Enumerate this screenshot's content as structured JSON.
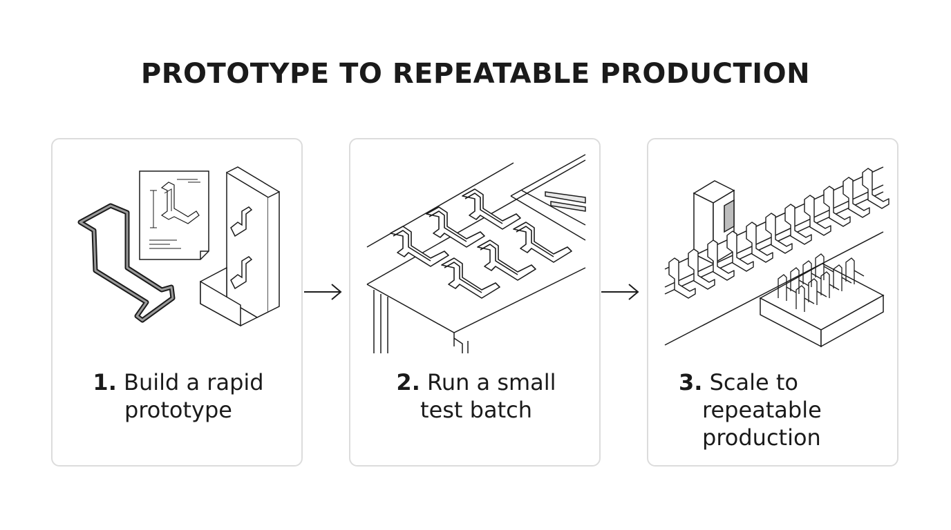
{
  "title": "PROTOTYPE TO REPEATABLE PRODUCTION",
  "steps": [
    {
      "number": "1.",
      "line1": "Build a rapid",
      "line2": "prototype",
      "line3": ""
    },
    {
      "number": "2.",
      "line1": "Run a small",
      "line2": "test batch",
      "line3": ""
    },
    {
      "number": "3.",
      "line1": "Scale to",
      "line2": "repeatable",
      "line3": "production"
    }
  ],
  "colors": {
    "line": "#1a1a1a",
    "border": "#dcdcdc",
    "wire": "#9a9a9a"
  }
}
